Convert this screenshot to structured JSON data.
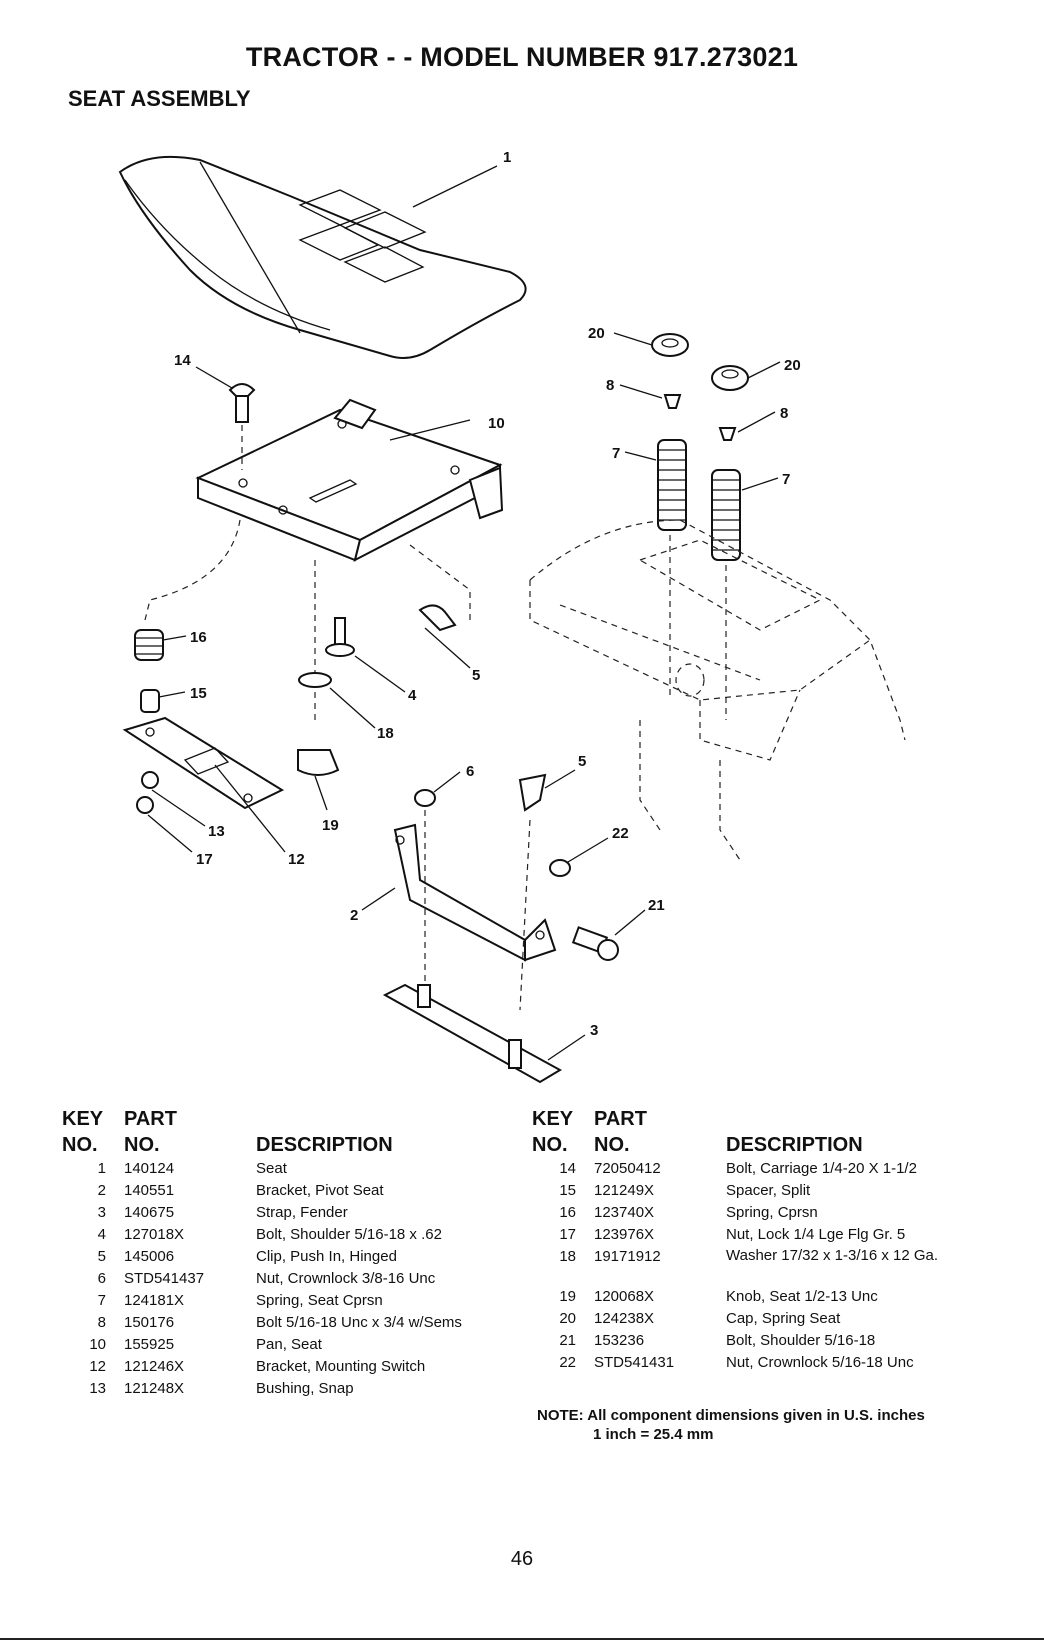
{
  "header": {
    "title": "TRACTOR - - MODEL NUMBER 917.273021",
    "subtitle": "SEAT ASSEMBLY"
  },
  "diagram": {
    "callouts": [
      "1",
      "20",
      "20",
      "8",
      "8",
      "7",
      "7",
      "14",
      "10",
      "16",
      "15",
      "4",
      "5",
      "18",
      "6",
      "5",
      "13",
      "17",
      "12",
      "19",
      "22",
      "2",
      "21",
      "3"
    ]
  },
  "table_headers": {
    "key1": "KEY",
    "key2": "NO.",
    "part1": "PART",
    "part2": "NO.",
    "description": "DESCRIPTION"
  },
  "parts_left": [
    {
      "key": "1",
      "part": "140124",
      "desc": "Seat"
    },
    {
      "key": "2",
      "part": "140551",
      "desc": "Bracket, Pivot Seat"
    },
    {
      "key": "3",
      "part": "140675",
      "desc": "Strap, Fender"
    },
    {
      "key": "4",
      "part": "127018X",
      "desc": "Bolt, Shoulder  5/16-18 x .62"
    },
    {
      "key": "5",
      "part": "145006",
      "desc": "Clip, Push In, Hinged"
    },
    {
      "key": "6",
      "part": "STD541437",
      "desc": "Nut, Crownlock  3/8-16 Unc"
    },
    {
      "key": "7",
      "part": "124181X",
      "desc": "Spring, Seat Cprsn"
    },
    {
      "key": "8",
      "part": "150176",
      "desc": "Bolt  5/16-18 Unc x 3/4 w/Sems"
    },
    {
      "key": "10",
      "part": "155925",
      "desc": "Pan, Seat"
    },
    {
      "key": "12",
      "part": "121246X",
      "desc": "Bracket, Mounting Switch"
    },
    {
      "key": "13",
      "part": "121248X",
      "desc": "Bushing, Snap"
    }
  ],
  "parts_right": [
    {
      "key": "14",
      "part": "72050412",
      "desc": "Bolt, Carriage  1/4-20 X 1-1/2"
    },
    {
      "key": "15",
      "part": "121249X",
      "desc": "Spacer, Split"
    },
    {
      "key": "16",
      "part": "123740X",
      "desc": "Spring, Cprsn"
    },
    {
      "key": "17",
      "part": "123976X",
      "desc": "Nut, Lock  1/4 Lge Flg Gr. 5"
    },
    {
      "key": "18",
      "part": "19171912",
      "desc": "Washer  17/32 x 1-3/16 x 12 Ga."
    },
    {
      "key": "19",
      "part": "120068X",
      "desc": "Knob, Seat  1/2-13 Unc"
    },
    {
      "key": "20",
      "part": "124238X",
      "desc": "Cap, Spring Seat"
    },
    {
      "key": "21",
      "part": "153236",
      "desc": "Bolt, Shoulder  5/16-18"
    },
    {
      "key": "22",
      "part": "STD541431",
      "desc": "Nut, Crownlock  5/16-18 Unc"
    }
  ],
  "note": {
    "line1": "NOTE: All component dimensions given in U.S. inches",
    "line2": "1 inch = 25.4 mm"
  },
  "page_number": "46"
}
